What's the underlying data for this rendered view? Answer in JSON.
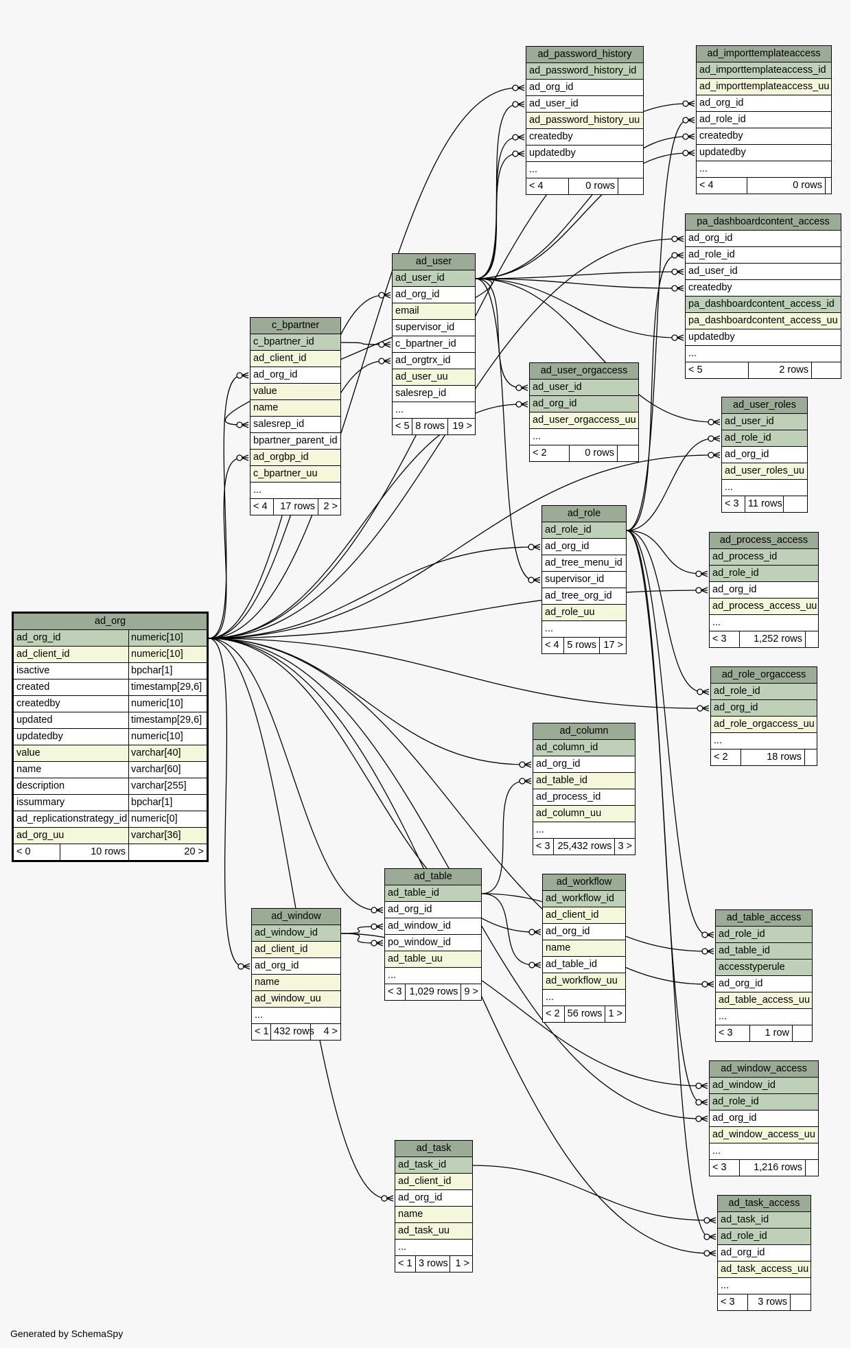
{
  "generator": "Generated by SchemaSpy",
  "colors": {
    "header": "#9bab96",
    "primary_key": "#bed1b8",
    "unique": "#f4f7da",
    "column": "#ffffff",
    "background": "#f7f7f7"
  },
  "tables": [
    {
      "name": "ad_org",
      "main": true,
      "columns": [
        {
          "name": "ad_org_id",
          "type": "numeric[10]",
          "kind": "pk"
        },
        {
          "name": "ad_client_id",
          "type": "numeric[10]",
          "kind": "uq"
        },
        {
          "name": "isactive",
          "type": "bpchar[1]",
          "kind": "col"
        },
        {
          "name": "created",
          "type": "timestamp[29,6]",
          "kind": "col"
        },
        {
          "name": "createdby",
          "type": "numeric[10]",
          "kind": "col"
        },
        {
          "name": "updated",
          "type": "timestamp[29,6]",
          "kind": "col"
        },
        {
          "name": "updatedby",
          "type": "numeric[10]",
          "kind": "col"
        },
        {
          "name": "value",
          "type": "varchar[40]",
          "kind": "uq"
        },
        {
          "name": "name",
          "type": "varchar[60]",
          "kind": "col"
        },
        {
          "name": "description",
          "type": "varchar[255]",
          "kind": "col"
        },
        {
          "name": "issummary",
          "type": "bpchar[1]",
          "kind": "col"
        },
        {
          "name": "ad_replicationstrategy_id",
          "type": "numeric[0]",
          "kind": "col"
        },
        {
          "name": "ad_org_uu",
          "type": "varchar[36]",
          "kind": "uq"
        }
      ],
      "footer": {
        "parents": "< 0",
        "rows": "10 rows",
        "children": "20 >"
      }
    },
    {
      "name": "c_bpartner",
      "columns": [
        {
          "name": "c_bpartner_id",
          "kind": "pk"
        },
        {
          "name": "ad_client_id",
          "kind": "uq"
        },
        {
          "name": "ad_org_id",
          "kind": "col"
        },
        {
          "name": "value",
          "kind": "uq"
        },
        {
          "name": "name",
          "kind": "uq"
        },
        {
          "name": "salesrep_id",
          "kind": "col"
        },
        {
          "name": "bpartner_parent_id",
          "kind": "col"
        },
        {
          "name": "ad_orgbp_id",
          "kind": "uq"
        },
        {
          "name": "c_bpartner_uu",
          "kind": "uq"
        },
        {
          "name": "...",
          "kind": "col"
        }
      ],
      "footer": {
        "parents": "< 4",
        "rows": "17 rows",
        "children": "2 >"
      }
    },
    {
      "name": "ad_user",
      "columns": [
        {
          "name": "ad_user_id",
          "kind": "pk"
        },
        {
          "name": "ad_org_id",
          "kind": "col"
        },
        {
          "name": "email",
          "kind": "uq"
        },
        {
          "name": "supervisor_id",
          "kind": "col"
        },
        {
          "name": "c_bpartner_id",
          "kind": "col"
        },
        {
          "name": "ad_orgtrx_id",
          "kind": "col"
        },
        {
          "name": "ad_user_uu",
          "kind": "uq"
        },
        {
          "name": "salesrep_id",
          "kind": "col"
        },
        {
          "name": "...",
          "kind": "col"
        }
      ],
      "footer": {
        "parents": "< 5",
        "rows": "8 rows",
        "children": "19 >"
      }
    },
    {
      "name": "ad_password_history",
      "columns": [
        {
          "name": "ad_password_history_id",
          "kind": "pk"
        },
        {
          "name": "ad_org_id",
          "kind": "col"
        },
        {
          "name": "ad_user_id",
          "kind": "col"
        },
        {
          "name": "ad_password_history_uu",
          "kind": "uq"
        },
        {
          "name": "createdby",
          "kind": "col"
        },
        {
          "name": "updatedby",
          "kind": "col"
        },
        {
          "name": "...",
          "kind": "col"
        }
      ],
      "footer": {
        "parents": "< 4",
        "rows": "0 rows",
        "children": ""
      }
    },
    {
      "name": "ad_importtemplateaccess",
      "columns": [
        {
          "name": "ad_importtemplateaccess_id",
          "kind": "pk"
        },
        {
          "name": "ad_importtemplateaccess_uu",
          "kind": "uq"
        },
        {
          "name": "ad_org_id",
          "kind": "col"
        },
        {
          "name": "ad_role_id",
          "kind": "col"
        },
        {
          "name": "createdby",
          "kind": "col"
        },
        {
          "name": "updatedby",
          "kind": "col"
        },
        {
          "name": "...",
          "kind": "col"
        }
      ],
      "footer": {
        "parents": "< 4",
        "rows": "0 rows",
        "children": ""
      }
    },
    {
      "name": "pa_dashboardcontent_access",
      "columns": [
        {
          "name": "ad_org_id",
          "kind": "col"
        },
        {
          "name": "ad_role_id",
          "kind": "col"
        },
        {
          "name": "ad_user_id",
          "kind": "col"
        },
        {
          "name": "createdby",
          "kind": "col"
        },
        {
          "name": "pa_dashboardcontent_access_id",
          "kind": "pk"
        },
        {
          "name": "pa_dashboardcontent_access_uu",
          "kind": "uq"
        },
        {
          "name": "updatedby",
          "kind": "col"
        },
        {
          "name": "...",
          "kind": "col"
        }
      ],
      "footer": {
        "parents": "< 5",
        "rows": "2 rows",
        "children": ""
      }
    },
    {
      "name": "ad_user_orgaccess",
      "columns": [
        {
          "name": "ad_user_id",
          "kind": "pk"
        },
        {
          "name": "ad_org_id",
          "kind": "pk"
        },
        {
          "name": "ad_user_orgaccess_uu",
          "kind": "uq"
        },
        {
          "name": "...",
          "kind": "col"
        }
      ],
      "footer": {
        "parents": "< 2",
        "rows": "0 rows",
        "children": ""
      }
    },
    {
      "name": "ad_user_roles",
      "columns": [
        {
          "name": "ad_user_id",
          "kind": "pk"
        },
        {
          "name": "ad_role_id",
          "kind": "pk"
        },
        {
          "name": "ad_org_id",
          "kind": "col"
        },
        {
          "name": "ad_user_roles_uu",
          "kind": "uq"
        },
        {
          "name": "...",
          "kind": "col"
        }
      ],
      "footer": {
        "parents": "< 3",
        "rows": "11 rows",
        "children": ""
      }
    },
    {
      "name": "ad_role",
      "columns": [
        {
          "name": "ad_role_id",
          "kind": "pk"
        },
        {
          "name": "ad_org_id",
          "kind": "col"
        },
        {
          "name": "ad_tree_menu_id",
          "kind": "col"
        },
        {
          "name": "supervisor_id",
          "kind": "col"
        },
        {
          "name": "ad_tree_org_id",
          "kind": "col"
        },
        {
          "name": "ad_role_uu",
          "kind": "uq"
        },
        {
          "name": "...",
          "kind": "col"
        }
      ],
      "footer": {
        "parents": "< 4",
        "rows": "5 rows",
        "children": "17 >"
      }
    },
    {
      "name": "ad_process_access",
      "columns": [
        {
          "name": "ad_process_id",
          "kind": "pk"
        },
        {
          "name": "ad_role_id",
          "kind": "pk"
        },
        {
          "name": "ad_org_id",
          "kind": "col"
        },
        {
          "name": "ad_process_access_uu",
          "kind": "uq"
        },
        {
          "name": "...",
          "kind": "col"
        }
      ],
      "footer": {
        "parents": "< 3",
        "rows": "1,252 rows",
        "children": ""
      }
    },
    {
      "name": "ad_role_orgaccess",
      "columns": [
        {
          "name": "ad_role_id",
          "kind": "pk"
        },
        {
          "name": "ad_org_id",
          "kind": "pk"
        },
        {
          "name": "ad_role_orgaccess_uu",
          "kind": "uq"
        },
        {
          "name": "...",
          "kind": "col"
        }
      ],
      "footer": {
        "parents": "< 2",
        "rows": "18 rows",
        "children": ""
      }
    },
    {
      "name": "ad_column",
      "columns": [
        {
          "name": "ad_column_id",
          "kind": "pk"
        },
        {
          "name": "ad_org_id",
          "kind": "col"
        },
        {
          "name": "ad_table_id",
          "kind": "uq"
        },
        {
          "name": "ad_process_id",
          "kind": "col"
        },
        {
          "name": "ad_column_uu",
          "kind": "uq"
        },
        {
          "name": "...",
          "kind": "col"
        }
      ],
      "footer": {
        "parents": "< 3",
        "rows": "25,432 rows",
        "children": "3 >"
      }
    },
    {
      "name": "ad_workflow",
      "columns": [
        {
          "name": "ad_workflow_id",
          "kind": "pk"
        },
        {
          "name": "ad_client_id",
          "kind": "uq"
        },
        {
          "name": "ad_org_id",
          "kind": "col"
        },
        {
          "name": "name",
          "kind": "uq"
        },
        {
          "name": "ad_table_id",
          "kind": "col"
        },
        {
          "name": "ad_workflow_uu",
          "kind": "uq"
        },
        {
          "name": "...",
          "kind": "col"
        }
      ],
      "footer": {
        "parents": "< 2",
        "rows": "56 rows",
        "children": "1 >"
      }
    },
    {
      "name": "ad_table",
      "columns": [
        {
          "name": "ad_table_id",
          "kind": "pk"
        },
        {
          "name": "ad_org_id",
          "kind": "col"
        },
        {
          "name": "ad_window_id",
          "kind": "col"
        },
        {
          "name": "po_window_id",
          "kind": "col"
        },
        {
          "name": "ad_table_uu",
          "kind": "uq"
        },
        {
          "name": "...",
          "kind": "col"
        }
      ],
      "footer": {
        "parents": "< 3",
        "rows": "1,029 rows",
        "children": "9 >"
      }
    },
    {
      "name": "ad_window",
      "columns": [
        {
          "name": "ad_window_id",
          "kind": "pk"
        },
        {
          "name": "ad_client_id",
          "kind": "uq"
        },
        {
          "name": "ad_org_id",
          "kind": "col"
        },
        {
          "name": "name",
          "kind": "uq"
        },
        {
          "name": "ad_window_uu",
          "kind": "uq"
        },
        {
          "name": "...",
          "kind": "col"
        }
      ],
      "footer": {
        "parents": "< 1",
        "rows": "432 rows",
        "children": "4 >"
      }
    },
    {
      "name": "ad_table_access",
      "columns": [
        {
          "name": "ad_role_id",
          "kind": "pk"
        },
        {
          "name": "ad_table_id",
          "kind": "pk"
        },
        {
          "name": "accesstyperule",
          "kind": "pk"
        },
        {
          "name": "ad_org_id",
          "kind": "col"
        },
        {
          "name": "ad_table_access_uu",
          "kind": "uq"
        },
        {
          "name": "...",
          "kind": "col"
        }
      ],
      "footer": {
        "parents": "< 3",
        "rows": "1 row",
        "children": ""
      }
    },
    {
      "name": "ad_window_access",
      "columns": [
        {
          "name": "ad_window_id",
          "kind": "pk"
        },
        {
          "name": "ad_role_id",
          "kind": "pk"
        },
        {
          "name": "ad_org_id",
          "kind": "col"
        },
        {
          "name": "ad_window_access_uu",
          "kind": "uq"
        },
        {
          "name": "...",
          "kind": "col"
        }
      ],
      "footer": {
        "parents": "< 3",
        "rows": "1,216 rows",
        "children": ""
      }
    },
    {
      "name": "ad_task",
      "columns": [
        {
          "name": "ad_task_id",
          "kind": "pk"
        },
        {
          "name": "ad_client_id",
          "kind": "uq"
        },
        {
          "name": "ad_org_id",
          "kind": "col"
        },
        {
          "name": "name",
          "kind": "uq"
        },
        {
          "name": "ad_task_uu",
          "kind": "uq"
        },
        {
          "name": "...",
          "kind": "col"
        }
      ],
      "footer": {
        "parents": "< 1",
        "rows": "3 rows",
        "children": "1 >"
      }
    },
    {
      "name": "ad_task_access",
      "columns": [
        {
          "name": "ad_task_id",
          "kind": "pk"
        },
        {
          "name": "ad_role_id",
          "kind": "pk"
        },
        {
          "name": "ad_org_id",
          "kind": "col"
        },
        {
          "name": "ad_task_access_uu",
          "kind": "uq"
        },
        {
          "name": "...",
          "kind": "col"
        }
      ],
      "footer": {
        "parents": "< 3",
        "rows": "3 rows",
        "children": ""
      }
    }
  ],
  "relationships": [
    {
      "from": "ad_org.ad_org_id",
      "to": "c_bpartner.ad_org_id"
    },
    {
      "from": "ad_org.ad_org_id",
      "to": "c_bpartner.ad_orgbp_id"
    },
    {
      "from": "ad_org.ad_org_id",
      "to": "ad_user.ad_org_id"
    },
    {
      "from": "ad_org.ad_org_id",
      "to": "ad_user.ad_orgtrx_id"
    },
    {
      "from": "ad_org.ad_org_id",
      "to": "ad_password_history.ad_org_id"
    },
    {
      "from": "ad_org.ad_org_id",
      "to": "ad_importtemplateaccess.ad_org_id"
    },
    {
      "from": "ad_org.ad_org_id",
      "to": "pa_dashboardcontent_access.ad_org_id"
    },
    {
      "from": "ad_org.ad_org_id",
      "to": "ad_user_orgaccess.ad_org_id"
    },
    {
      "from": "ad_org.ad_org_id",
      "to": "ad_user_roles.ad_org_id"
    },
    {
      "from": "ad_org.ad_org_id",
      "to": "ad_role.ad_org_id"
    },
    {
      "from": "ad_org.ad_org_id",
      "to": "ad_process_access.ad_org_id"
    },
    {
      "from": "ad_org.ad_org_id",
      "to": "ad_role_orgaccess.ad_org_id"
    },
    {
      "from": "ad_org.ad_org_id",
      "to": "ad_column.ad_org_id"
    },
    {
      "from": "ad_org.ad_org_id",
      "to": "ad_workflow.ad_org_id"
    },
    {
      "from": "ad_org.ad_org_id",
      "to": "ad_table.ad_org_id"
    },
    {
      "from": "ad_org.ad_org_id",
      "to": "ad_window.ad_org_id"
    },
    {
      "from": "ad_org.ad_org_id",
      "to": "ad_table_access.ad_org_id"
    },
    {
      "from": "ad_org.ad_org_id",
      "to": "ad_window_access.ad_org_id"
    },
    {
      "from": "ad_org.ad_org_id",
      "to": "ad_task.ad_org_id"
    },
    {
      "from": "ad_org.ad_org_id",
      "to": "ad_task_access.ad_org_id"
    },
    {
      "from": "ad_user.ad_user_id",
      "to": "c_bpartner.salesrep_id"
    },
    {
      "from": "ad_user.ad_user_id",
      "to": "ad_password_history.ad_user_id"
    },
    {
      "from": "ad_user.ad_user_id",
      "to": "ad_password_history.createdby"
    },
    {
      "from": "ad_user.ad_user_id",
      "to": "ad_password_history.updatedby"
    },
    {
      "from": "ad_user.ad_user_id",
      "to": "ad_importtemplateaccess.createdby"
    },
    {
      "from": "ad_user.ad_user_id",
      "to": "ad_importtemplateaccess.updatedby"
    },
    {
      "from": "ad_user.ad_user_id",
      "to": "pa_dashboardcontent_access.ad_user_id"
    },
    {
      "from": "ad_user.ad_user_id",
      "to": "pa_dashboardcontent_access.createdby"
    },
    {
      "from": "ad_user.ad_user_id",
      "to": "pa_dashboardcontent_access.updatedby"
    },
    {
      "from": "ad_user.ad_user_id",
      "to": "ad_user_orgaccess.ad_user_id"
    },
    {
      "from": "ad_user.ad_user_id",
      "to": "ad_user_roles.ad_user_id"
    },
    {
      "from": "ad_user.ad_user_id",
      "to": "ad_role.supervisor_id"
    },
    {
      "from": "c_bpartner.c_bpartner_id",
      "to": "ad_user.c_bpartner_id"
    },
    {
      "from": "ad_role.ad_role_id",
      "to": "ad_importtemplateaccess.ad_role_id"
    },
    {
      "from": "ad_role.ad_role_id",
      "to": "pa_dashboardcontent_access.ad_role_id"
    },
    {
      "from": "ad_role.ad_role_id",
      "to": "ad_user_roles.ad_role_id"
    },
    {
      "from": "ad_role.ad_role_id",
      "to": "ad_process_access.ad_role_id"
    },
    {
      "from": "ad_role.ad_role_id",
      "to": "ad_role_orgaccess.ad_role_id"
    },
    {
      "from": "ad_role.ad_role_id",
      "to": "ad_table_access.ad_role_id"
    },
    {
      "from": "ad_role.ad_role_id",
      "to": "ad_window_access.ad_role_id"
    },
    {
      "from": "ad_role.ad_role_id",
      "to": "ad_task_access.ad_role_id"
    },
    {
      "from": "ad_table.ad_table_id",
      "to": "ad_column.ad_table_id"
    },
    {
      "from": "ad_table.ad_table_id",
      "to": "ad_workflow.ad_table_id"
    },
    {
      "from": "ad_table.ad_table_id",
      "to": "ad_table_access.ad_table_id"
    },
    {
      "from": "ad_window.ad_window_id",
      "to": "ad_table.ad_window_id"
    },
    {
      "from": "ad_window.ad_window_id",
      "to": "ad_table.po_window_id"
    },
    {
      "from": "ad_window.ad_window_id",
      "to": "ad_window_access.ad_window_id"
    },
    {
      "from": "ad_task.ad_task_id",
      "to": "ad_task_access.ad_task_id"
    }
  ]
}
